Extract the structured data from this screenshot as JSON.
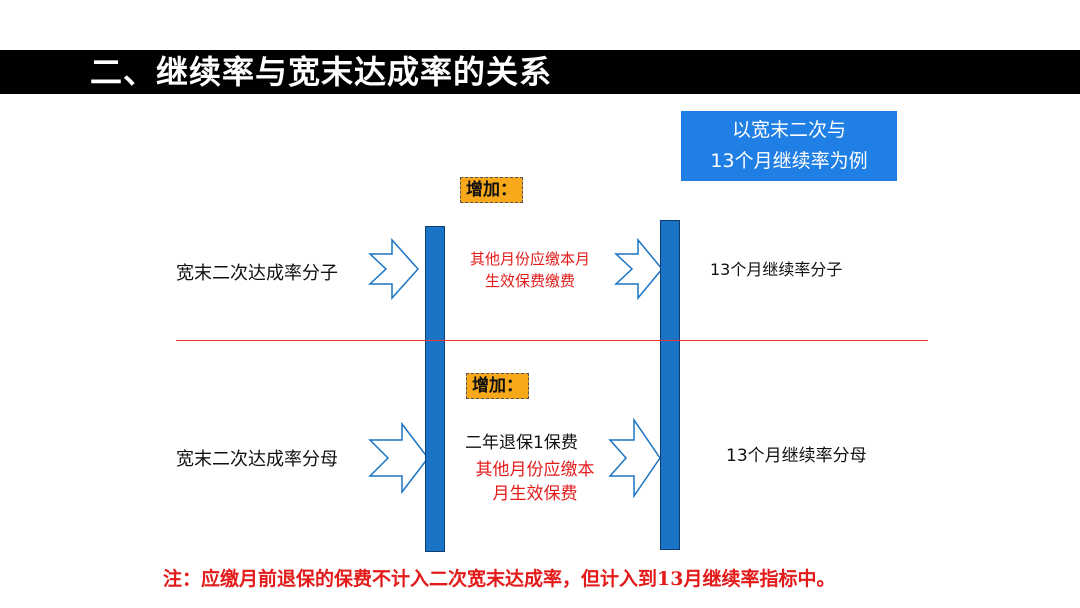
{
  "title": "二、继续率与宽末达成率的关系",
  "example_box": {
    "line1": "以宽末二次与",
    "line2": "13个月继续率为例"
  },
  "upper": {
    "left_label": "宽末二次达成率分子",
    "tag": "增加：",
    "middle_line1": "其他月份应缴本月",
    "middle_line2": "生效保费缴费",
    "right_label": "13个月继续率分子"
  },
  "lower": {
    "left_label": "宽末二次达成率分母",
    "tag": "增加：",
    "middle_black": "二年退保1保费",
    "middle_red_line1": "其他月份应缴本",
    "middle_red_line2": "月生效保费",
    "right_label": "13个月继续率分母"
  },
  "note": {
    "prefix": "注：",
    "text": "应缴月前退保的保费不计入二次宽末达成率，但计入到13月继续率指标中。"
  },
  "colors": {
    "bar": "#1a73c4",
    "tag": "#f7a81b",
    "divider": "#ee3333",
    "accent_red": "#e31b1b",
    "box": "#1f7fe5"
  }
}
